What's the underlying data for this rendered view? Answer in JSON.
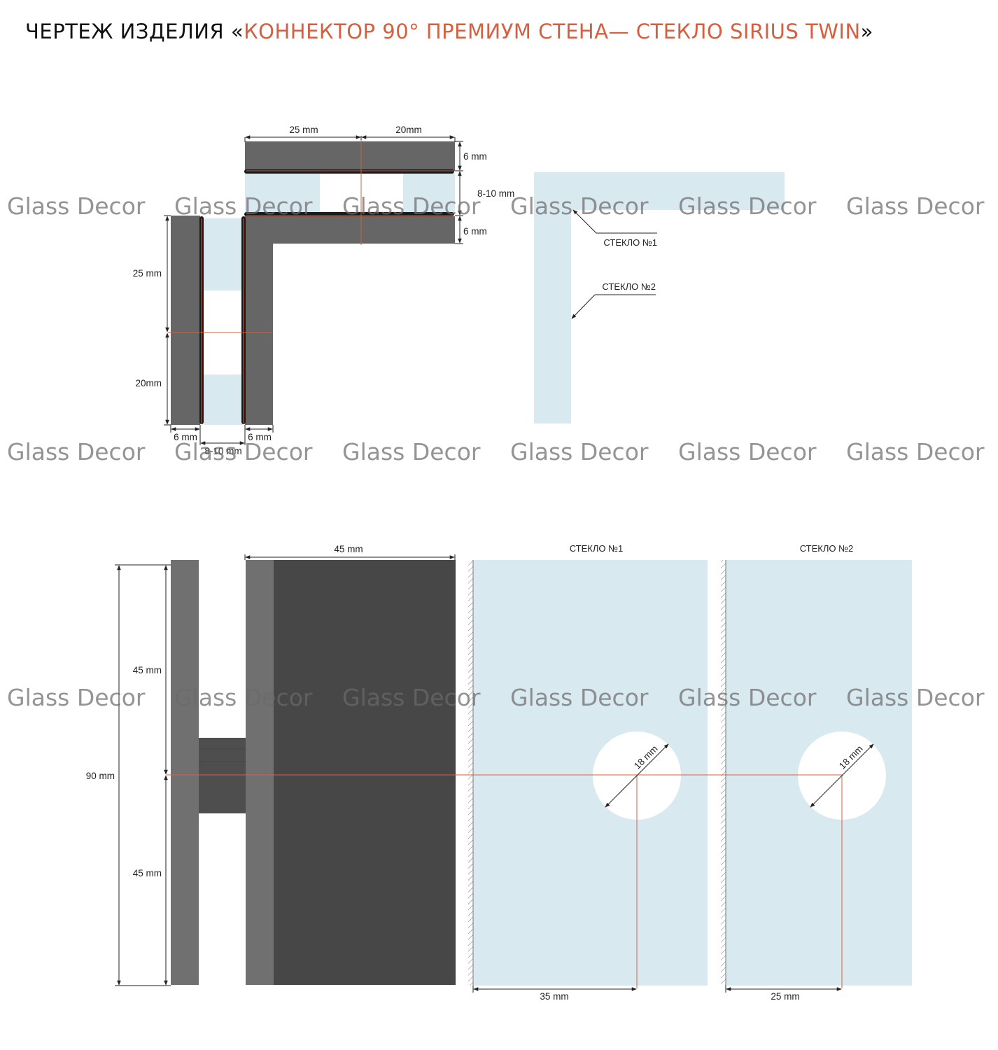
{
  "title": {
    "prefix": "ЧЕРТЕЖ ИЗДЕЛИЯ «",
    "product": "КОННЕКТОР 90° ПРЕМИУМ СТЕНА— СТЕКЛО SIRIUS TWIN",
    "suffix": "»"
  },
  "watermark": "Glass Decor",
  "top_view": {
    "dims": {
      "top_left": "25 mm",
      "top_right": "20mm",
      "plate_top": "6 mm",
      "gap_top": "8-10 mm",
      "plate_bottom": "6 mm",
      "left_upper": "25 mm",
      "left_lower": "20mm",
      "bottom_left": "6 mm",
      "bottom_gap": "8-10 mm",
      "bottom_right": "6 mm"
    },
    "labels": {
      "glass1": "СТЕКЛО №1",
      "glass2": "СТЕКЛО №2"
    }
  },
  "front_view": {
    "dims": {
      "width": "45 mm",
      "upper": "45 mm",
      "total": "90 mm",
      "lower": "45 mm",
      "hole1": "18 mm",
      "hole2": "18 mm",
      "offset1": "35 mm",
      "offset2": "25 mm"
    },
    "labels": {
      "glass1": "СТЕКЛО №1",
      "glass2": "СТЕКЛО №2"
    }
  },
  "colors": {
    "accent": "#d4603f",
    "glass": "#d9e9f0",
    "metal": "#666666",
    "metal_dark": "#474747",
    "gasket": "#1a1a1a"
  }
}
